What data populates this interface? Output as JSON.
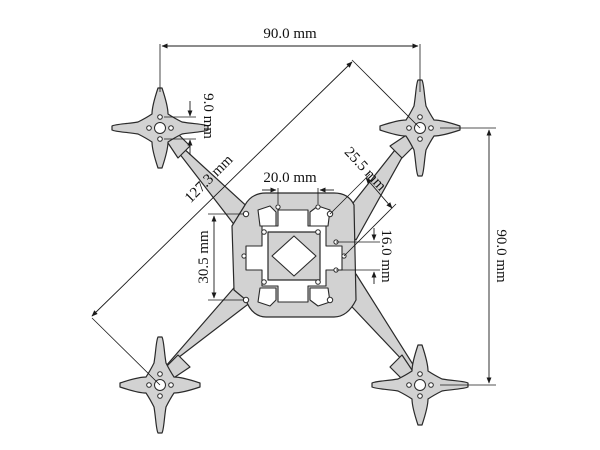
{
  "diagram": {
    "colors": {
      "frame_fill": "#d2d2d2",
      "outline": "#2a2a2a",
      "dimension_line": "#1a1a1a",
      "background": "#ffffff"
    },
    "dimensions": {
      "motor_spacing_x": "90.0 mm",
      "motor_spacing_y": "90.0 mm",
      "diagonal": "127.3 mm",
      "mount_hole_spacing": "9.0 mm",
      "top_hole_spacing": "20.0 mm",
      "stack_diagonal": "25.5 mm",
      "side_hole_spacing": "16.0 mm",
      "left_hole_spacing": "30.5 mm"
    }
  }
}
